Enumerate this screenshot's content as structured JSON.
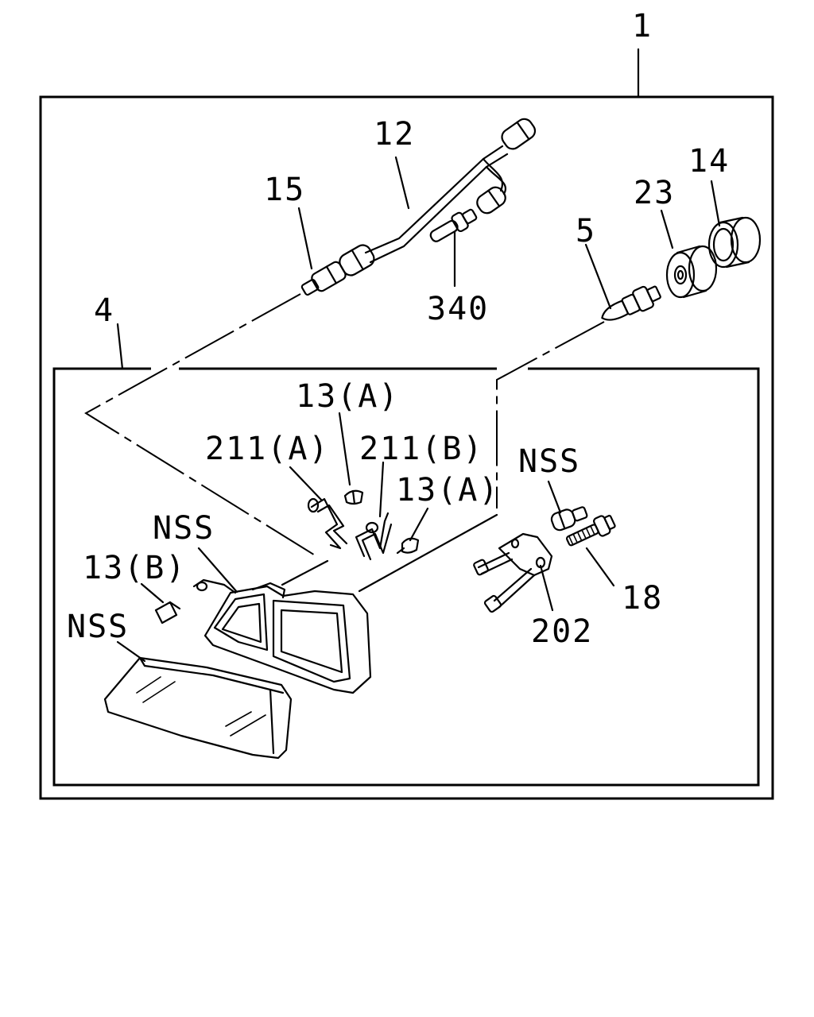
{
  "callouts": {
    "part_1": "1",
    "part_4": "4",
    "part_5": "5",
    "part_12": "12",
    "part_14": "14",
    "part_15": "15",
    "part_18": "18",
    "part_23": "23",
    "part_202": "202",
    "part_340": "340",
    "part_13a_top": "13(A)",
    "part_13a_right": "13(A)",
    "part_13b": "13(B)",
    "part_211a": "211(A)",
    "part_211b": "211(B)",
    "nss_right": "NSS",
    "nss_housing": "NSS",
    "nss_lens": "NSS"
  }
}
